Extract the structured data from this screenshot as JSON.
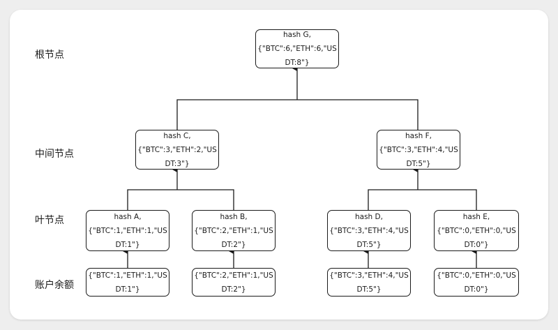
{
  "levels": {
    "root": "根节点",
    "middle": "中间节点",
    "leaf": "叶节点",
    "balance": "账户余额"
  },
  "nodes": {
    "G": {
      "hash": "hash G,",
      "line1": "{\"BTC\":6,\"ETH\":6,\"US",
      "line2": "DT:8\"}"
    },
    "C": {
      "hash": "hash C,",
      "line1": "{\"BTC\":3,\"ETH\":2,\"US",
      "line2": "DT:3\"}"
    },
    "F": {
      "hash": "hash F,",
      "line1": "{\"BTC\":3,\"ETH\":4,\"US",
      "line2": "DT:5\"}"
    },
    "A": {
      "hash": "hash A,",
      "line1": "{\"BTC\":1,\"ETH\":1,\"US",
      "line2": "DT:1\"}"
    },
    "B": {
      "hash": "hash B,",
      "line1": "{\"BTC\":2,\"ETH\":1,\"US",
      "line2": "DT:2\"}"
    },
    "D": {
      "hash": "hash D,",
      "line1": "{\"BTC\":3,\"ETH\":4,\"US",
      "line2": "DT:5\"}"
    },
    "E": {
      "hash": "hash E,",
      "line1": "{\"BTC\":0,\"ETH\":0,\"US",
      "line2": "DT:0\"}"
    }
  },
  "balances": [
    {
      "line1": "{\"BTC\":1,\"ETH\":1,\"US",
      "line2": "DT:1\"}"
    },
    {
      "line1": "{\"BTC\":2,\"ETH\":1,\"US",
      "line2": "DT:2\"}"
    },
    {
      "line1": "{\"BTC\":3,\"ETH\":4,\"US",
      "line2": "DT:5\"}"
    },
    {
      "line1": "{\"BTC\":0,\"ETH\":0,\"US",
      "line2": "DT:0\"}"
    }
  ]
}
